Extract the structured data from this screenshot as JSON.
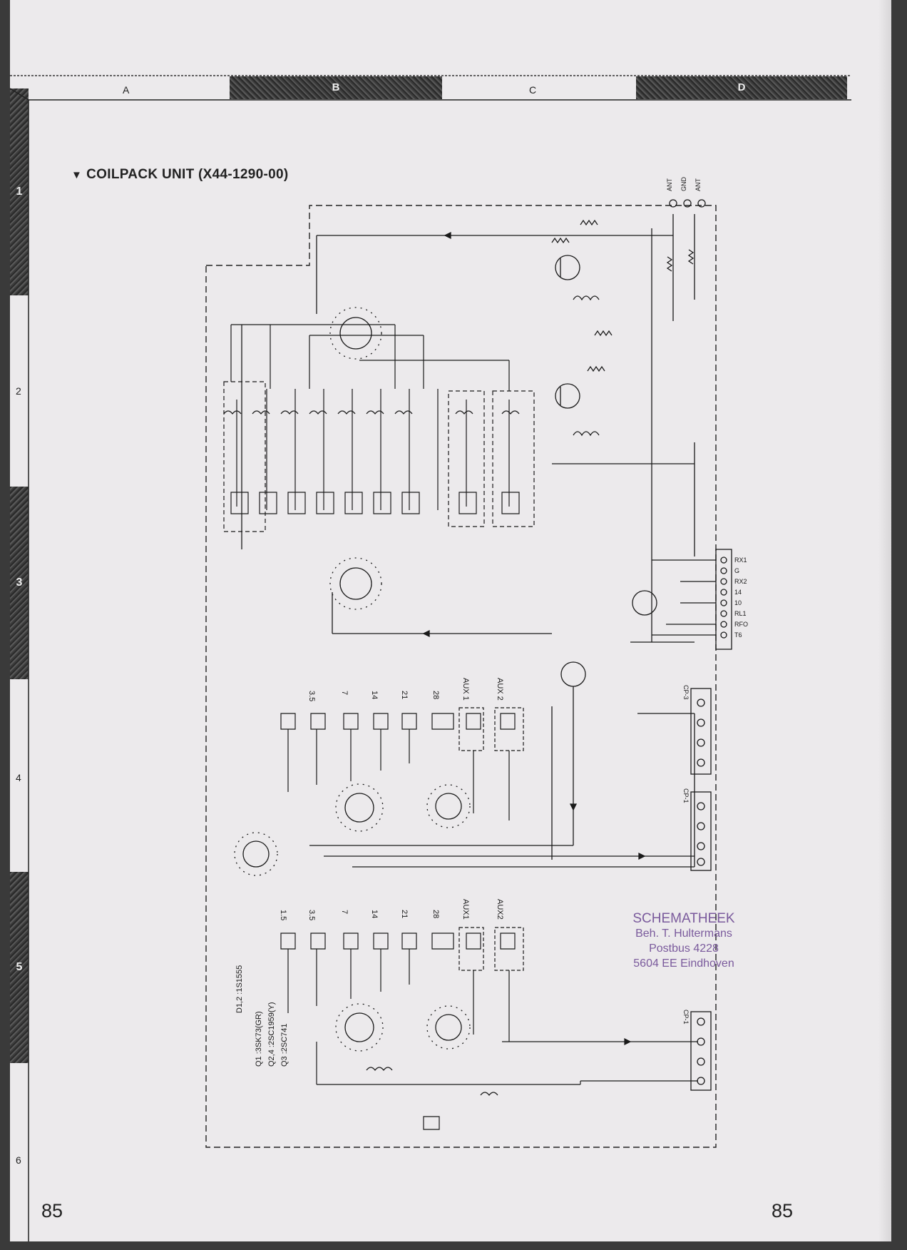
{
  "header": {
    "columns": [
      {
        "label": "A",
        "style": "plain"
      },
      {
        "label": "B",
        "style": "band"
      },
      {
        "label": "C",
        "style": "plain"
      },
      {
        "label": "D",
        "style": "band"
      }
    ]
  },
  "rows": [
    "1",
    "2",
    "3",
    "4",
    "5",
    "6"
  ],
  "title": "COILPACK UNIT (X44-1290-00)",
  "band_switch_labels": [
    "3.5",
    "7",
    "14",
    "21",
    "28",
    "AUX 1",
    "AUX 2"
  ],
  "band_labels_top": [
    "1.5",
    "3.5",
    "7",
    "14",
    "21",
    "28",
    "AUX1",
    "AUX2"
  ],
  "parts_legend": {
    "q1": "Q1 :3SK73(GR)",
    "q24": "Q2,4 :2SC1959(Y)",
    "q3": "Q3 :2SC741",
    "d12": "D1,2 :1S1555"
  },
  "connectors": {
    "top": [
      "ANT",
      "GND",
      "ANT"
    ],
    "right_upper": [
      "RX1",
      "G",
      "RX2",
      "14",
      "10",
      "RL1",
      "RFO",
      "T6"
    ],
    "right_middle": [
      "CP-3",
      "CP-1"
    ],
    "right_lower": [
      "CP-1"
    ]
  },
  "stamp": {
    "title": "SCHEMATHEEK",
    "line1": "Beh. T. Hultermans",
    "line2": "Postbus 4228",
    "line3": "5604 EE  Eindhoven"
  },
  "page_number_left": "85",
  "page_number_right": "85",
  "colors": {
    "paper": "#eceaec",
    "ink": "#1a1a1a",
    "stamp": "#7a5a9c",
    "band": "#3c3c3c"
  }
}
